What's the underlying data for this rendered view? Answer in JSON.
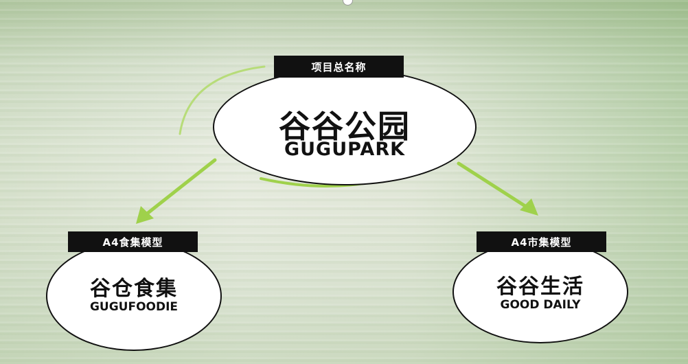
{
  "main": {
    "tag": "项目总名称",
    "title": "谷谷公园",
    "subtitle": "GUGUPARK"
  },
  "left": {
    "tag": "A4食集模型",
    "title": "谷仓食集",
    "subtitle": "GUGUFOODIE"
  },
  "right": {
    "tag": "A4市集模型",
    "title": "谷谷生活",
    "subtitle": "GOOD DAILY"
  },
  "colors": {
    "accent": "#9fd14b",
    "node_fill": "#ffffff",
    "tag_fill": "#111111"
  }
}
